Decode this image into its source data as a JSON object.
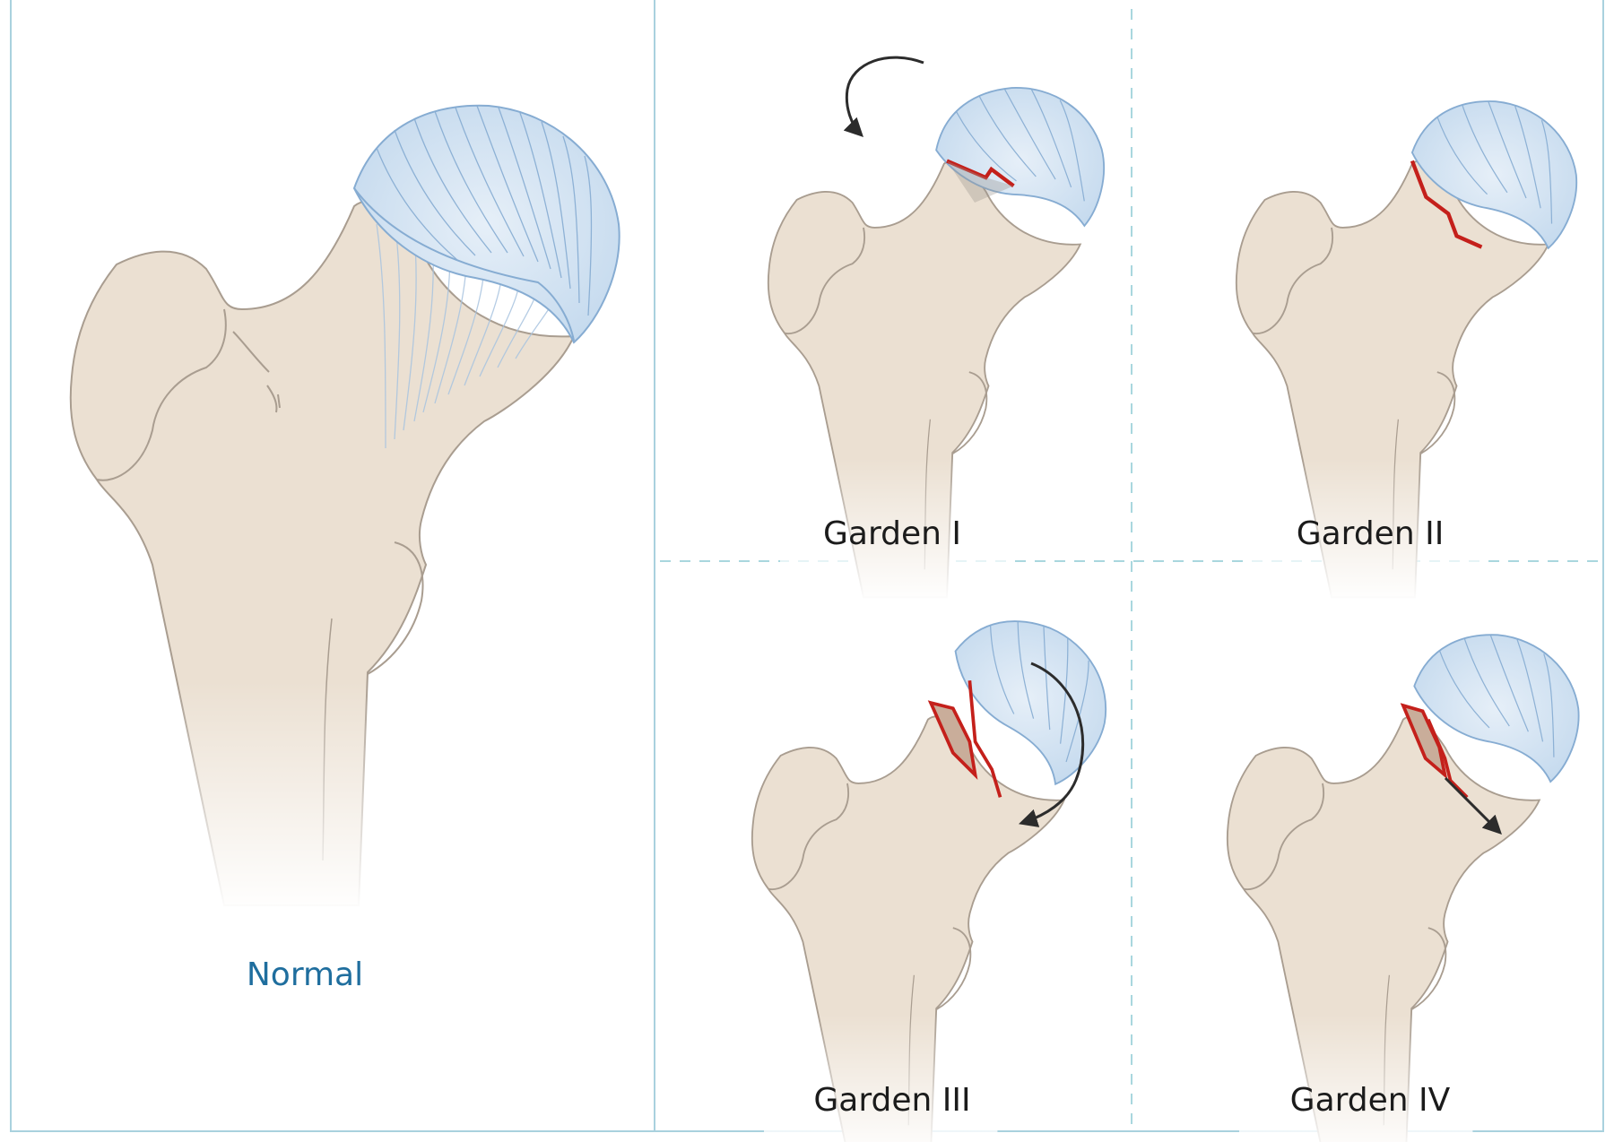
{
  "colors": {
    "bone": "#ebe0d2",
    "bone_outline": "#a99d90",
    "head_blue": "#cfe1f1",
    "head_line": "#86acd2",
    "fracture_red": "#c4201b",
    "fragment_fill": "#c9ad9a",
    "panel_border": "#a9d1de",
    "divider_dash": "#a9d7de",
    "arrow": "#2c2c2c",
    "normal_label": "#1f6e9e",
    "garden_label": "#1b1b1b"
  },
  "icons": {
    "rotation_arrow": "curved-arrow-icon",
    "displacement_arrow": "straight-arrow-icon"
  },
  "labels": {
    "normal": "Normal",
    "garden_1": "Garden I",
    "garden_2": "Garden II",
    "garden_3": "Garden III",
    "garden_4": "Garden IV"
  }
}
